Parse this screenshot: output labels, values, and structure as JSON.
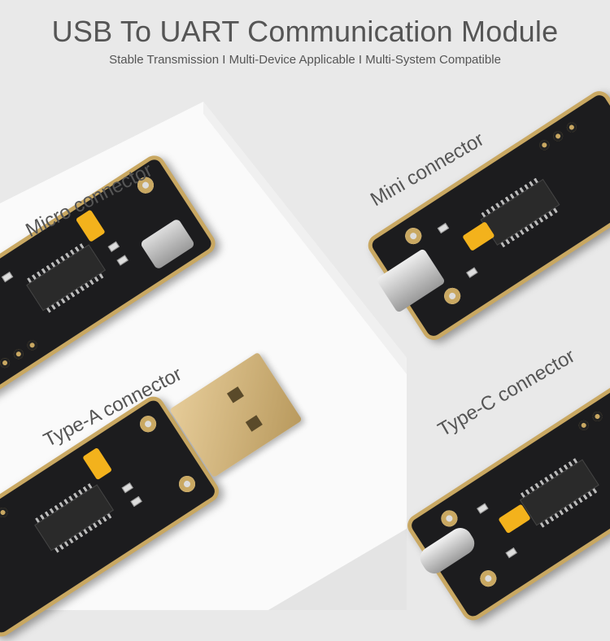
{
  "header": {
    "title": "USB To UART Communication Module",
    "subtitle": "Stable Transmission I Multi-Device Applicable I Multi-System Compatible"
  },
  "variants": [
    {
      "label": "Micro connector"
    },
    {
      "label": "Type-A connector"
    },
    {
      "label": "Mini connector"
    },
    {
      "label": "Type-C connector"
    }
  ],
  "colors": {
    "background": "#e9e9e9",
    "pcb": "#1c1c1e",
    "pcb_edge": "#c9a862",
    "jumper": "#f3b21c",
    "text": "#555555"
  }
}
